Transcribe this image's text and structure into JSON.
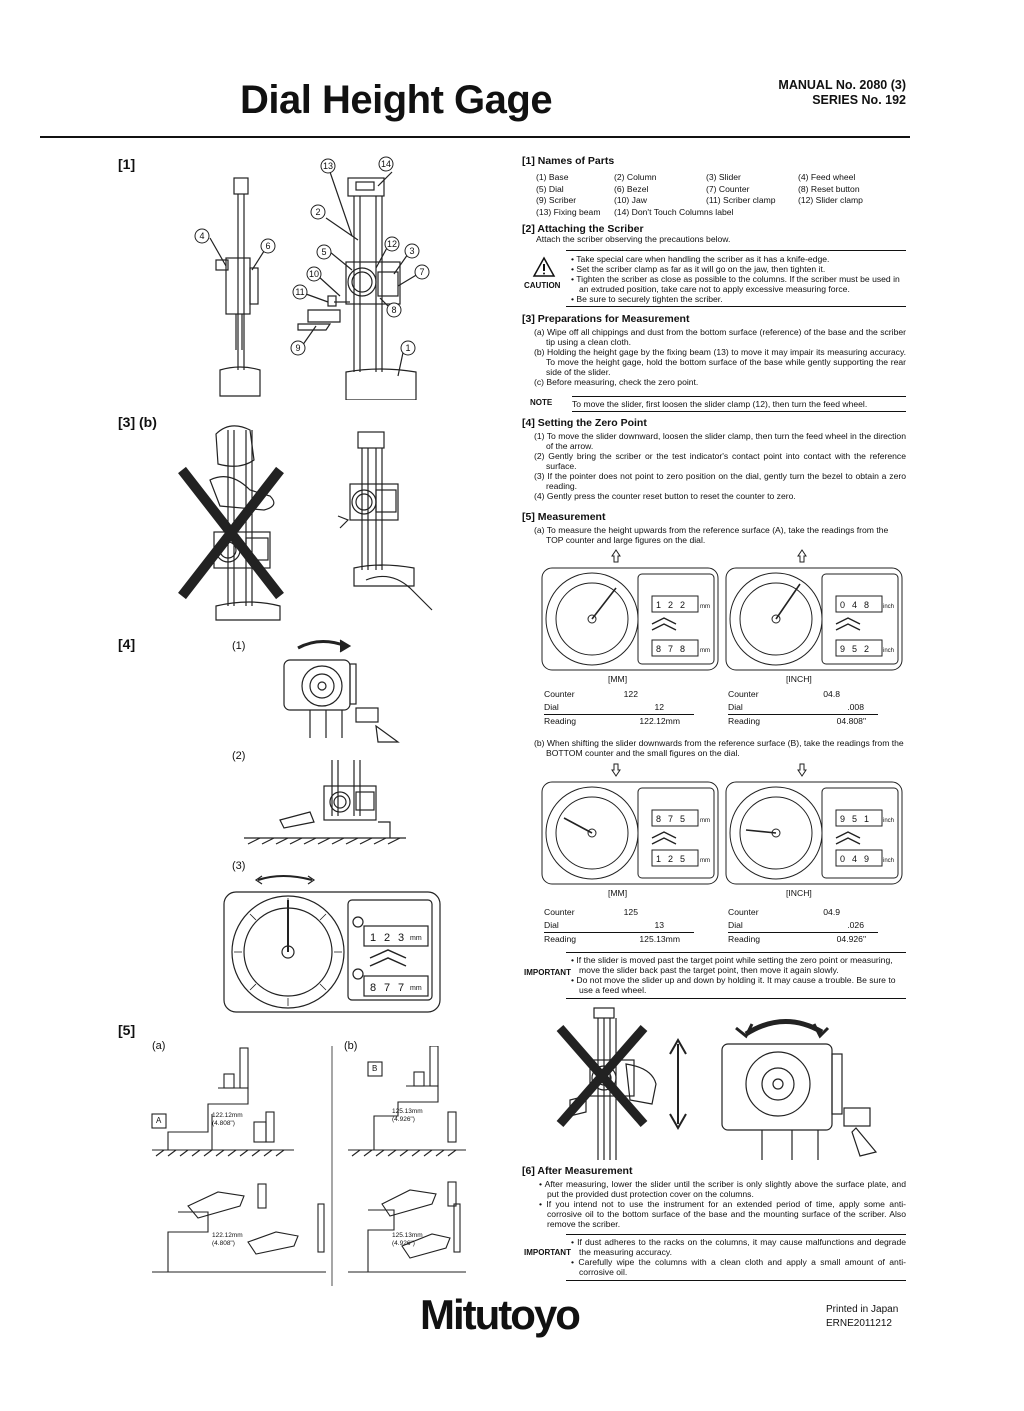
{
  "header": {
    "title": "Dial Height Gage",
    "manual": "MANUAL No. 2080 (3)",
    "series": "SERIES No. 192"
  },
  "figures": {
    "fig1": "[1]",
    "fig3b": "[3] (b)",
    "fig4": "[4]",
    "fig4_1": "(1)",
    "fig4_2": "(2)",
    "fig4_3": "(3)",
    "fig5": "[5]",
    "fig5a": "(a)",
    "fig5b": "(b)",
    "callouts": [
      "1",
      "2",
      "3",
      "4",
      "5",
      "6",
      "7",
      "8",
      "9",
      "10",
      "11",
      "12",
      "13",
      "14"
    ],
    "surface_a": "A",
    "surface_b": "B",
    "meas_a_mm": "122.12mm",
    "meas_a_in": "(4.808\")",
    "meas_b_mm": "125.13mm",
    "meas_b_in": "(4.926\")",
    "counter_123": [
      "1",
      "2",
      "3"
    ],
    "counter_877": [
      "8",
      "7",
      "7"
    ],
    "unit_mm": "mm",
    "unit_inch": "inch"
  },
  "sections": {
    "names": {
      "heading": "[1] Names of Parts",
      "rows": [
        [
          "(1) Base",
          "(2) Column",
          "(3) Slider",
          "(4) Feed wheel"
        ],
        [
          "(5) Dial",
          "(6) Bezel",
          "(7) Counter",
          "(8) Reset button"
        ],
        [
          "(9) Scriber",
          "(10) Jaw",
          "(11) Scriber clamp",
          "(12) Slider clamp"
        ],
        [
          "(13) Fixing beam",
          "(14) Don't Touch Columns label",
          "",
          ""
        ]
      ]
    },
    "attach": {
      "heading": "[2] Attaching the Scriber",
      "intro": "Attach the scriber observing the precautions below.",
      "caution_label": "CAUTION",
      "bullets": [
        "Take special care when handling the scriber as it has a knife-edge.",
        "Set the scriber clamp as far as it will go on the jaw, then tighten it.",
        "Tighten the scriber as close as possible to the columns. If the scriber must be used in an extruded position, take care not to apply excessive measuring force.",
        "Be sure to securely tighten the scriber."
      ]
    },
    "prep": {
      "heading": "[3] Preparations for Measurement",
      "items": [
        "(a) Wipe off all chippings and dust from the bottom surface (reference) of the base and the scriber tip using a clean cloth.",
        "(b) Holding the height gage by the fixing beam (13) to move it may impair its measuring accuracy. To move the height gage, hold the bottom surface of the base while gently supporting the rear side of the slider.",
        "(c) Before measuring, check the zero point."
      ],
      "note_label": "NOTE",
      "note": "To move the slider, first loosen the slider clamp (12), then turn the feed wheel."
    },
    "zero": {
      "heading": "[4] Setting the Zero Point",
      "items": [
        "(1) To move the slider downward, loosen the slider clamp, then turn the feed wheel in the direction of the arrow.",
        "(2) Gently bring the scriber or the test indicator's contact point into contact with the reference surface.",
        "(3) If the pointer does not point to zero position on the dial, gently turn the bezel to obtain a zero reading.",
        "(4) Gently press the counter reset button to reset the counter to zero."
      ]
    },
    "measure": {
      "heading": "[5] Measurement",
      "a_text": "(a) To measure the height upwards from the reference surface (A), take the readings from the TOP counter and large figures on the dial.",
      "b_text": "(b) When shifting the slider downwards from the reference surface (B), take the readings from the BOTTOM counter and the small figures on the dial.",
      "mm_label": "[MM]",
      "inch_label": "[INCH]",
      "a_mm": {
        "counter_label": "Counter",
        "counter": "122",
        "dial_label": "Dial",
        "dial": "12",
        "reading_label": "Reading",
        "reading": "122.12mm"
      },
      "a_in": {
        "counter_label": "Counter",
        "counter": "04.8",
        "dial_label": "Dial",
        "dial": ".008",
        "reading_label": "Reading",
        "reading": "04.808\""
      },
      "b_mm": {
        "counter_label": "Counter",
        "counter": "125",
        "dial_label": "Dial",
        "dial": "13",
        "reading_label": "Reading",
        "reading": "125.13mm"
      },
      "b_in": {
        "counter_label": "Counter",
        "counter": "04.9",
        "dial_label": "Dial",
        "dial": ".026",
        "reading_label": "Reading",
        "reading": "04.926\""
      },
      "dial_counters": {
        "a_mm_top": [
          "1",
          "2",
          "2"
        ],
        "a_mm_bot": [
          "8",
          "7",
          "8"
        ],
        "a_in_top": [
          "0",
          "4",
          "8"
        ],
        "a_in_bot": [
          "9",
          "5",
          "2"
        ],
        "b_mm_top": [
          "8",
          "7",
          "5"
        ],
        "b_mm_bot": [
          "1",
          "2",
          "5"
        ],
        "b_in_top": [
          "9",
          "5",
          "1"
        ],
        "b_in_bot": [
          "0",
          "4",
          "9"
        ]
      },
      "important_label": "IMPORTANT",
      "important": [
        "If the slider is moved past the target point while setting the zero point or measuring, move the slider back past the target point, then move it again slowly.",
        "Do not move the slider up and down by holding it. It may cause a trouble. Be sure to use a feed wheel."
      ]
    },
    "after": {
      "heading": "[6] After Measurement",
      "bullets": [
        "After measuring, lower the slider until the scriber is only slightly above the surface plate, and put the provided dust protection cover on the columns.",
        "If you intend not to use the instrument for an extended period of time, apply some anti-corrosive oil to the bottom surface of the base and the mounting surface of the scriber. Also remove the scriber."
      ],
      "important_label": "IMPORTANT",
      "important": [
        "If dust adheres to the racks on the columns, it may cause malfunctions and degrade the measuring accuracy.",
        "Carefully wipe the columns with a clean cloth and apply a small amount of anti-corrosive oil."
      ]
    }
  },
  "footer": {
    "brand": "Mitutoyo",
    "printed": "Printed in Japan",
    "code": "ERNE2011212"
  }
}
